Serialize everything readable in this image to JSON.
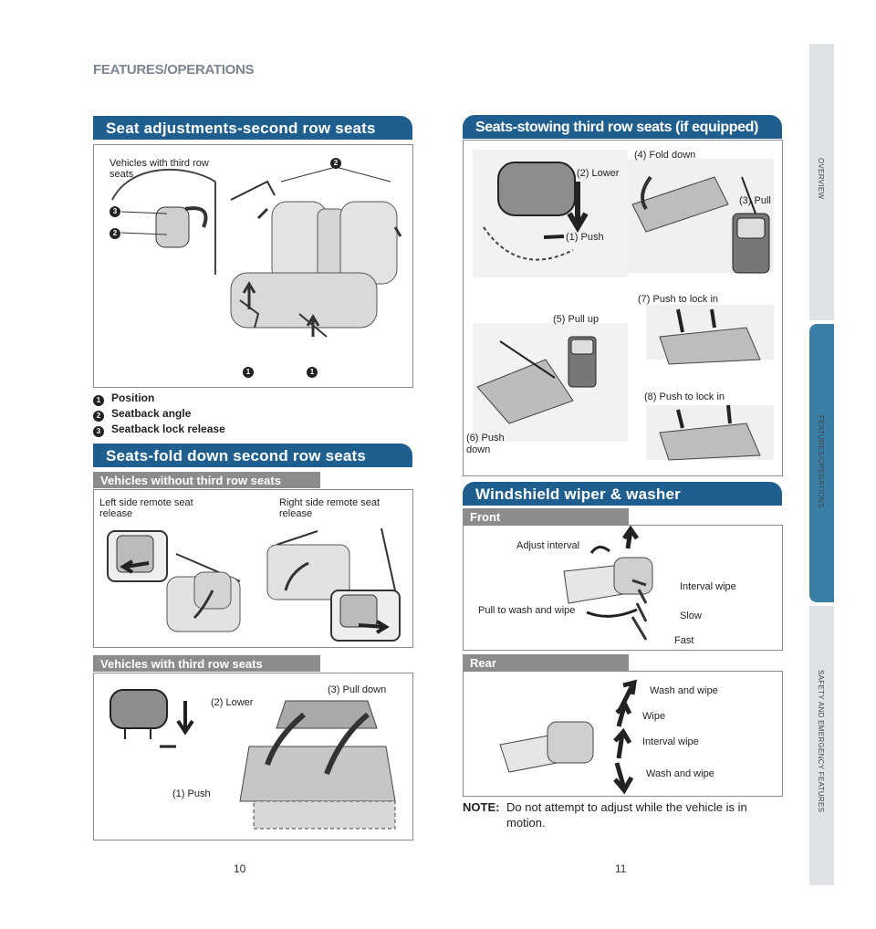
{
  "header": {
    "title": "FEATURES/OPERATIONS"
  },
  "left": {
    "seat_adjust": {
      "title": "Seat adjustments-second row seats",
      "inset_caption": "Vehicles with third row seats",
      "callouts": [
        "2",
        "3",
        "2",
        "1",
        "1"
      ],
      "legend": [
        {
          "n": "1",
          "text": "Position"
        },
        {
          "n": "2",
          "text": "Seatback angle"
        },
        {
          "n": "3",
          "text": "Seatback lock release"
        }
      ]
    },
    "fold_down": {
      "title": "Seats-fold down second row seats",
      "without_third": {
        "label": "Vehicles without third row seats",
        "left_caption": "Left side remote seat release",
        "right_caption": "Right side remote seat release"
      },
      "with_third": {
        "label": "Vehicles with third row seats",
        "steps": [
          "(1) Push",
          "(2) Lower",
          "(3) Pull down"
        ]
      }
    },
    "page_number": "10"
  },
  "right": {
    "stowing": {
      "title": "Seats-stowing third row seats (if equipped)",
      "steps": [
        "(1) Push",
        "(2) Lower",
        "(3) Pull",
        "(4) Fold down",
        "(5) Pull up",
        "(6) Push down",
        "(7) Push to lock in",
        "(8) Push to lock in"
      ]
    },
    "wiper": {
      "title": "Windshield wiper & washer",
      "front": {
        "label": "Front",
        "items": [
          "Adjust interval",
          "Interval wipe",
          "Pull to wash and wipe",
          "Slow",
          "Fast"
        ]
      },
      "rear": {
        "label": "Rear",
        "items": [
          "Wash and wipe",
          "Wipe",
          "Interval wipe",
          "Wash and wipe"
        ]
      }
    },
    "note": {
      "label": "NOTE:",
      "text": "Do not attempt to adjust while the vehicle is in motion."
    },
    "page_number": "11"
  },
  "sidebar": {
    "tabs": [
      "OVERVIEW",
      "FEATURES/OPERATIONS",
      "SAFETY AND EMERGENCY FEATURES"
    ]
  }
}
